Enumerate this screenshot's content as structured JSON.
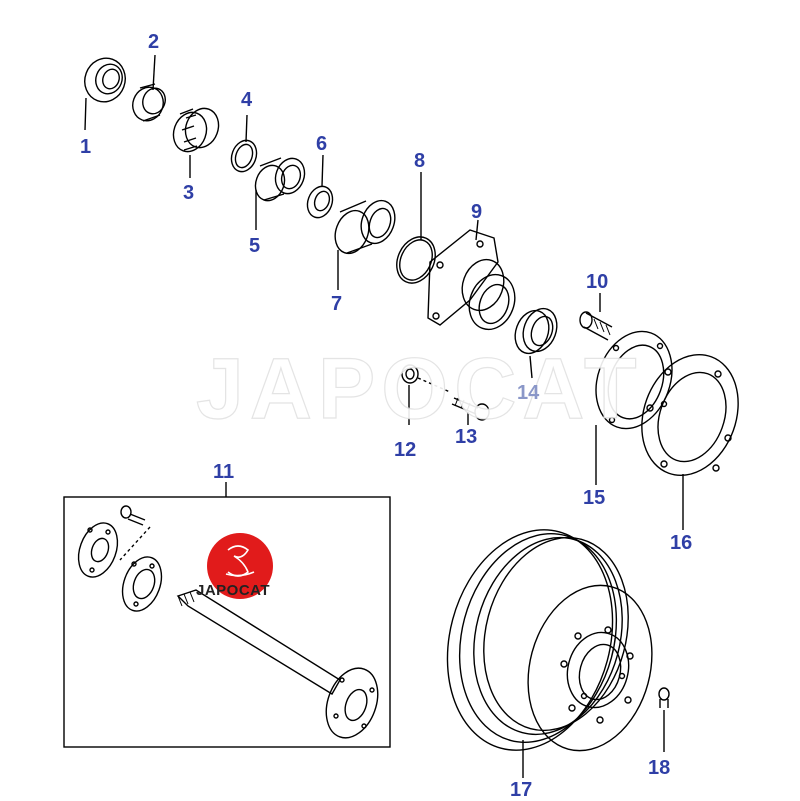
{
  "watermark": "JAPOCAT",
  "logo": {
    "text": "JAPOCAT",
    "color": "#e11b1b"
  },
  "colors": {
    "callout": "#2f3fa6",
    "line": "#000000"
  },
  "callouts": [
    {
      "id": "1",
      "label": "1"
    },
    {
      "id": "2",
      "label": "2"
    },
    {
      "id": "3",
      "label": "3"
    },
    {
      "id": "4",
      "label": "4"
    },
    {
      "id": "5",
      "label": "5"
    },
    {
      "id": "6",
      "label": "6"
    },
    {
      "id": "7",
      "label": "7"
    },
    {
      "id": "8",
      "label": "8"
    },
    {
      "id": "9",
      "label": "9"
    },
    {
      "id": "10",
      "label": "10"
    },
    {
      "id": "11",
      "label": "11"
    },
    {
      "id": "12",
      "label": "12"
    },
    {
      "id": "13",
      "label": "13"
    },
    {
      "id": "14",
      "label": "14"
    },
    {
      "id": "15",
      "label": "15"
    },
    {
      "id": "16",
      "label": "16"
    },
    {
      "id": "17",
      "label": "17"
    },
    {
      "id": "18",
      "label": "18"
    }
  ]
}
